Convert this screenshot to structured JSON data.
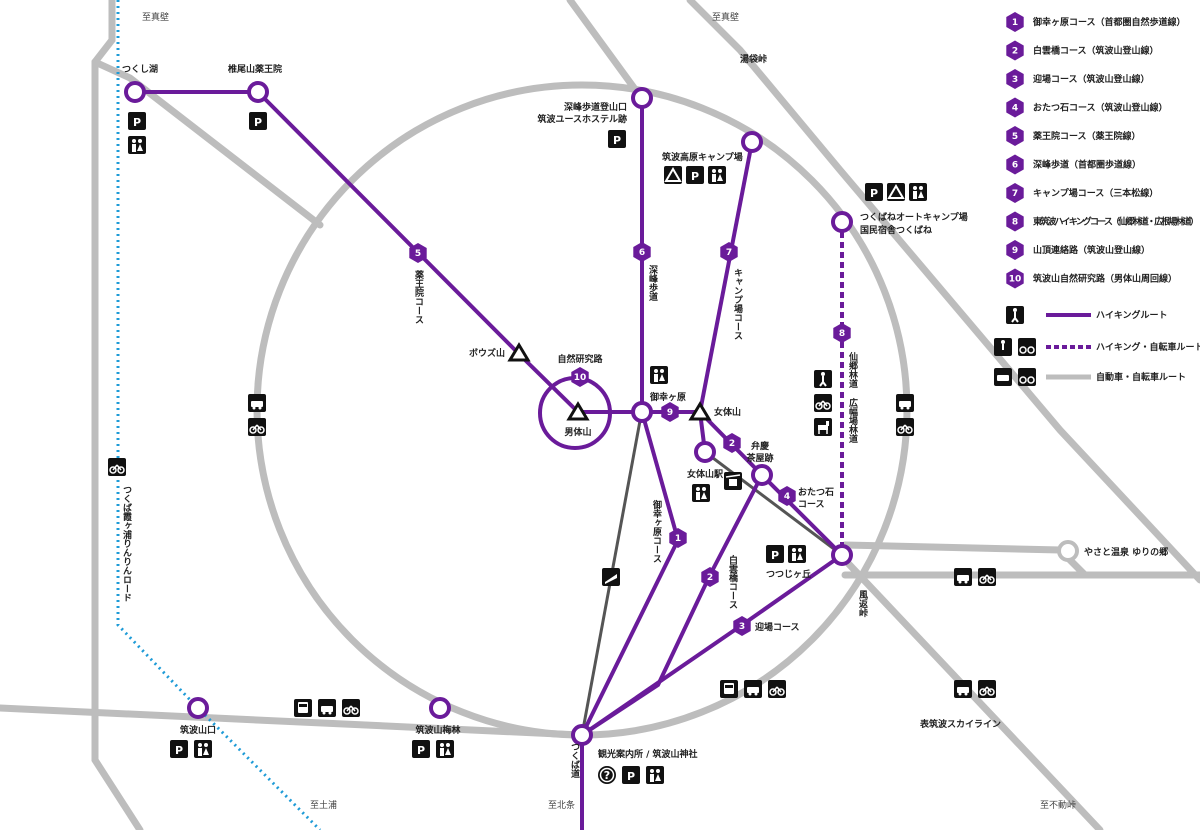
{
  "directions": {
    "to_makabe_left": "至真壁",
    "to_makabe_right": "至真壁",
    "to_tsuchiura": "至土浦",
    "to_kitajo": "至北条",
    "to_fudoge": "至不動峠",
    "yubukuro": "湯袋峠"
  },
  "places": {
    "tsukushiko": "つくし湖",
    "shiiosan": "椎尾山薬王院",
    "fumine_trailhead_1": "深峰歩道登山口",
    "fumine_trailhead_2": "筑波ユースホステル跡",
    "kogen_camp": "筑波高原キャンプ場",
    "auto_camp": "つくばねオートキャンプ場",
    "kokumin_shukusha": "国民宿舎つくばね",
    "bouzuyama": "ボウズ山",
    "shizen_kenkyuro": "自然研究路",
    "nantaisan": "男体山",
    "mikaigahara": "御幸ヶ原",
    "nyotaisan": "女体山",
    "nyotaisan_station": "女体山駅",
    "benkei_1": "弁慶",
    "benkei_2": "茶屋跡",
    "otatsuishi_1": "おたつ石",
    "otatsuishi_2": "コース",
    "tsutsujigaoka": "つつじヶ丘",
    "yasato_onsen": "やさと温泉 ゆりの郷",
    "tsukubasanguchi": "筑波山口",
    "tsukubasan_bairin": "筑波山梅林",
    "kanko_annaisho": "観光案内所 / 筑波山神社",
    "omote_tsukuba": "表筑波スカイライン"
  },
  "vertical_labels": {
    "yakuoin_course": "薬王院コース",
    "fumine_hodo": "深峰歩道",
    "camp_course": "キャンプ場コース",
    "sengen_rindo": "仙郷林道",
    "hirohata_rindo": "広幅場林道",
    "mikaigahara_course": "御幸ヶ原コース",
    "shiraumebashi_course": "白雲橋コース",
    "kazekaeshi": "風返峠",
    "tsukuba_michi": "つくば道",
    "rinrin_road": "つくば霞ヶ浦りんりんロード"
  },
  "horizontal_labels": {
    "mukaeba_course": "迎場コース"
  },
  "legend": {
    "courses": [
      {
        "num": "1",
        "label": "御幸ヶ原コース（首都圏自然歩道線）"
      },
      {
        "num": "2",
        "label": "白雲橋コース（筑波山登山線）"
      },
      {
        "num": "3",
        "label": "迎場コース（筑波山登山線）"
      },
      {
        "num": "4",
        "label": "おたつ石コース（筑波山登山線）"
      },
      {
        "num": "5",
        "label": "薬王院コース（薬王院線）"
      },
      {
        "num": "6",
        "label": "深峰歩道（首都圏歩道線）"
      },
      {
        "num": "7",
        "label": "キャンプ場コース（三本松線）"
      },
      {
        "num": "8",
        "label": "東筑波ハイキングコース（仙郷林道・広根場林道）"
      },
      {
        "num": "9",
        "label": "山頂連絡路（筑波山登山線）"
      },
      {
        "num": "10",
        "label": "筑波山自然研究路（男体山周回線）"
      }
    ],
    "routes": {
      "hiking": "ハイキングルート",
      "hiking_cycling": "ハイキング・自転車ルート",
      "car_cycling": "自動車・自転車ルート"
    }
  },
  "hex_numbers": {
    "h1": "1",
    "h2a": "2",
    "h2b": "2",
    "h3": "3",
    "h4": "4",
    "h5": "5",
    "h6": "6",
    "h7": "7",
    "h8": "8",
    "h9": "9",
    "h10": "10"
  },
  "icons": {
    "parking": "P",
    "info": "?"
  },
  "colors": {
    "course_purple": "#6a1b9a",
    "road_gray": "#bdbdbd",
    "ropeway_gray": "#555555",
    "cycling_blue": "#1e9bd7",
    "black": "#111111"
  }
}
